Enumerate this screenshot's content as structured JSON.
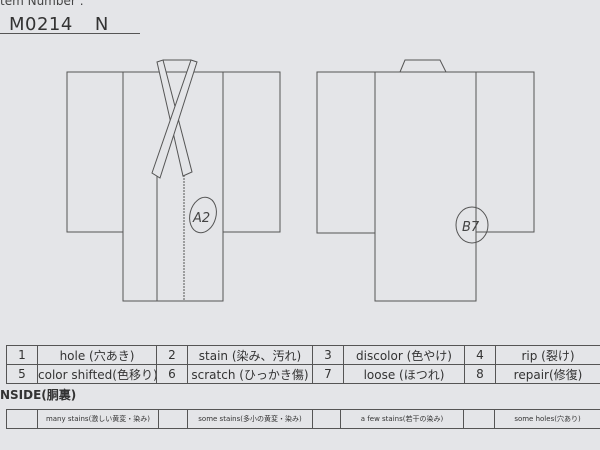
{
  "header": {
    "label": "tem Number :",
    "item_number": "M0214",
    "item_suffix": "N"
  },
  "diagram": {
    "front_mark": "A2",
    "back_mark": "B7"
  },
  "legend": [
    {
      "num": "1",
      "label": "hole (穴あき)"
    },
    {
      "num": "2",
      "label": "stain (染み、汚れ)"
    },
    {
      "num": "3",
      "label": "discolor (色やけ)"
    },
    {
      "num": "4",
      "label": "rip (裂け)"
    },
    {
      "num": "5",
      "label": "color shifted(色移り)"
    },
    {
      "num": "6",
      "label": "scratch (ひっかき傷)"
    },
    {
      "num": "7",
      "label": "loose (ほつれ)"
    },
    {
      "num": "8",
      "label": "repair(修復)"
    }
  ],
  "inside": {
    "title": "NSIDE(胴裏)",
    "options": [
      "many stains(激しい黄変・染み)",
      "some stains(多小の黄変・染み)",
      "a few stains(若干の染み)",
      "some holes(穴あり)"
    ]
  }
}
